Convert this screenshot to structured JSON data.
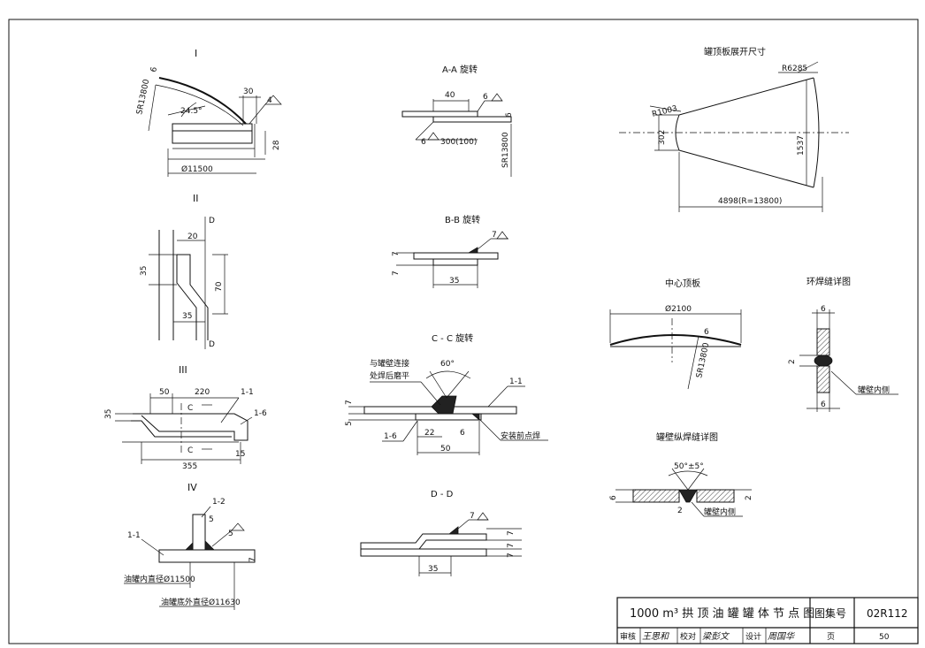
{
  "detail_I": {
    "title": "I",
    "radius": "SR13800",
    "thk": "6",
    "angle": "24.5°",
    "dim_30": "30",
    "weld": "4",
    "dim_28": "28",
    "diam": "Ø11500"
  },
  "detail_II": {
    "title": "II",
    "dim_20": "20",
    "dim_35a": "35",
    "dim_70": "70",
    "dim_35b": "35",
    "mark_top": "D",
    "mark_bot": "D"
  },
  "detail_III": {
    "title": "III",
    "dim_50": "50",
    "dim_220": "220",
    "tag_11": "1-1",
    "tag_16": "1-6",
    "mark_c1": "C",
    "mark_c2": "C",
    "dim_35": "35",
    "dim_15": "15",
    "dim_355": "355"
  },
  "detail_IV": {
    "title": "IV",
    "tag_12": "1-2",
    "tag_11": "1-1",
    "dim_5a": "5",
    "dim_5b": "5",
    "dim_7": "7",
    "inner_diam": "油罐内直径Ø11500",
    "outer_diam": "油罐底外直径Ø11630"
  },
  "section_AA": {
    "title": "A-A 旋转",
    "dim_40": "40",
    "weld_6": "6",
    "dim_6": "6",
    "weld_6b": "6",
    "note": "300(100)",
    "radius": "SR13800"
  },
  "section_BB": {
    "title": "B-B 旋转",
    "weld_7": "7",
    "dim_7a": "7",
    "dim_7b": "7",
    "dim_35": "35"
  },
  "section_CC": {
    "title": "C - C 旋转",
    "note1": "与罐壁连接",
    "note2": "处焊后磨平",
    "angle": "60°",
    "tag_11": "1-1",
    "dim_7": "7",
    "dim_5": "5",
    "tag_16": "1-6",
    "dim_22": "22",
    "dim_6": "6",
    "dim_50": "50",
    "note3": "安装前点焊"
  },
  "section_DD": {
    "title": "D - D",
    "weld_7": "7",
    "dim_7a": "7",
    "dim_7b": "7",
    "dim_7c": "7",
    "dim_35": "35"
  },
  "roof_plate": {
    "title": "罐顶板展开尺寸",
    "r_big": "R6285",
    "r_small": "R1003",
    "dim_302": "302",
    "dim_1537": "1537",
    "dim_len": "4898(R=13800)"
  },
  "center_plate": {
    "title": "中心顶板",
    "diam": "Ø2100",
    "thk": "6",
    "radius": "SR13800"
  },
  "ring_weld": {
    "title": "环焊缝详图",
    "dim_6a": "6",
    "dim_2": "2",
    "dim_6b": "6",
    "note": "罐壁内侧"
  },
  "long_weld": {
    "title": "罐壁纵焊缝详图",
    "angle": "50°±5°",
    "dim_6": "6",
    "dim_2a": "2",
    "dim_2b": "2",
    "note": "罐壁内侧"
  },
  "title_block": {
    "title": "1000 m³ 拱 顶 油 罐 罐 体 节 点 图",
    "atlas_label": "图集号",
    "atlas_no": "02R112",
    "review": "审核",
    "review_sig": "王思和",
    "check": "校对",
    "check_sig": "梁彭文",
    "design": "设计",
    "design_sig": "周国华",
    "page_label": "页",
    "page_no": "50"
  }
}
